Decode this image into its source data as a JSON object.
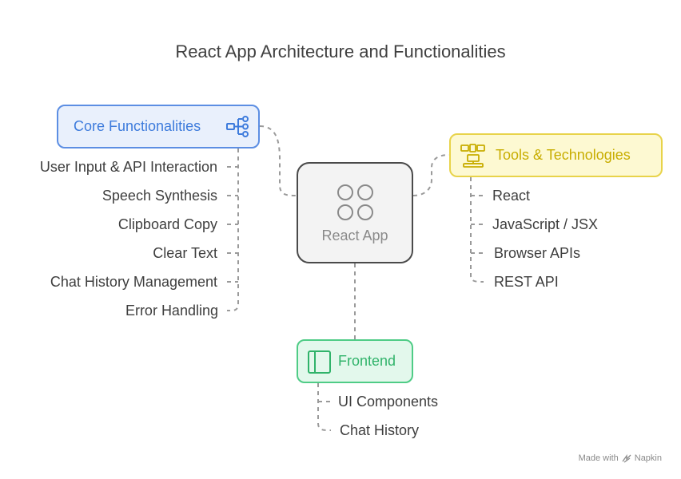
{
  "title": "React App Architecture and Functionalities",
  "center": {
    "label": "React App"
  },
  "core": {
    "label": "Core Functionalities",
    "items": [
      "User Input & API Interaction",
      "Speech Synthesis",
      "Clipboard Copy",
      "Clear Text",
      "Chat History Management",
      "Error Handling"
    ]
  },
  "tools": {
    "label": "Tools & Technologies",
    "items": [
      "React",
      "JavaScript / JSX",
      "Browser APIs",
      "REST API"
    ]
  },
  "frontend": {
    "label": "Frontend",
    "items": [
      "UI Components",
      "Chat History"
    ]
  },
  "footer": {
    "made_with": "Made with",
    "brand": "Napkin"
  },
  "colors": {
    "core": "#5c8ee3",
    "tools": "#e8d34a",
    "frontend": "#4fcc86",
    "center": "#4a4a4a"
  },
  "icons": {
    "core": "hierarchy-icon",
    "tools": "devices-icon",
    "frontend": "sidebar-layout-icon",
    "center": "app-grid-icon",
    "footer": "napkin-logo-icon"
  }
}
